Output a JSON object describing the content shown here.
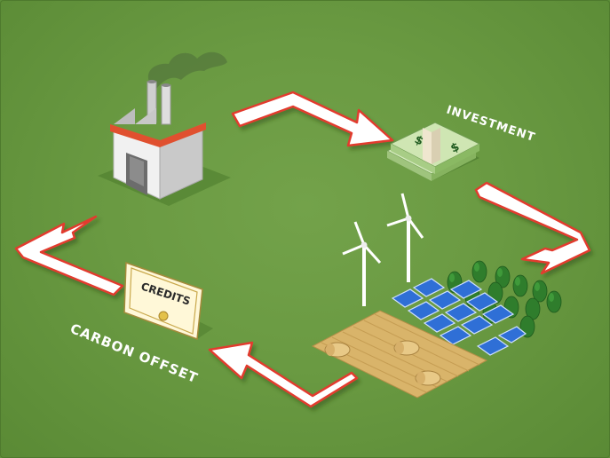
{
  "labels": {
    "investment": "INVESTMENT",
    "carbon_offset": "CARBON OFFSET",
    "credits": "CREDITS"
  },
  "money_symbol": "$",
  "icons": [
    "factory-icon",
    "money-stack-icon",
    "wind-turbine-icon",
    "forest-icon",
    "solar-panel-icon",
    "farm-field-icon",
    "credits-certificate-icon",
    "cycle-arrow-icon"
  ],
  "colors": {
    "background": "#6a9a42",
    "arrow_fill": "#ffffff",
    "arrow_outline": "#e23b2e",
    "factory_roof": "#e0502f",
    "factory_wall": "#e8e8e8",
    "money": "#b8d89c",
    "solar": "#2f6fd6",
    "tree": "#2f7d2c",
    "field": "#d9b46a",
    "certificate": "#fff8d8"
  }
}
